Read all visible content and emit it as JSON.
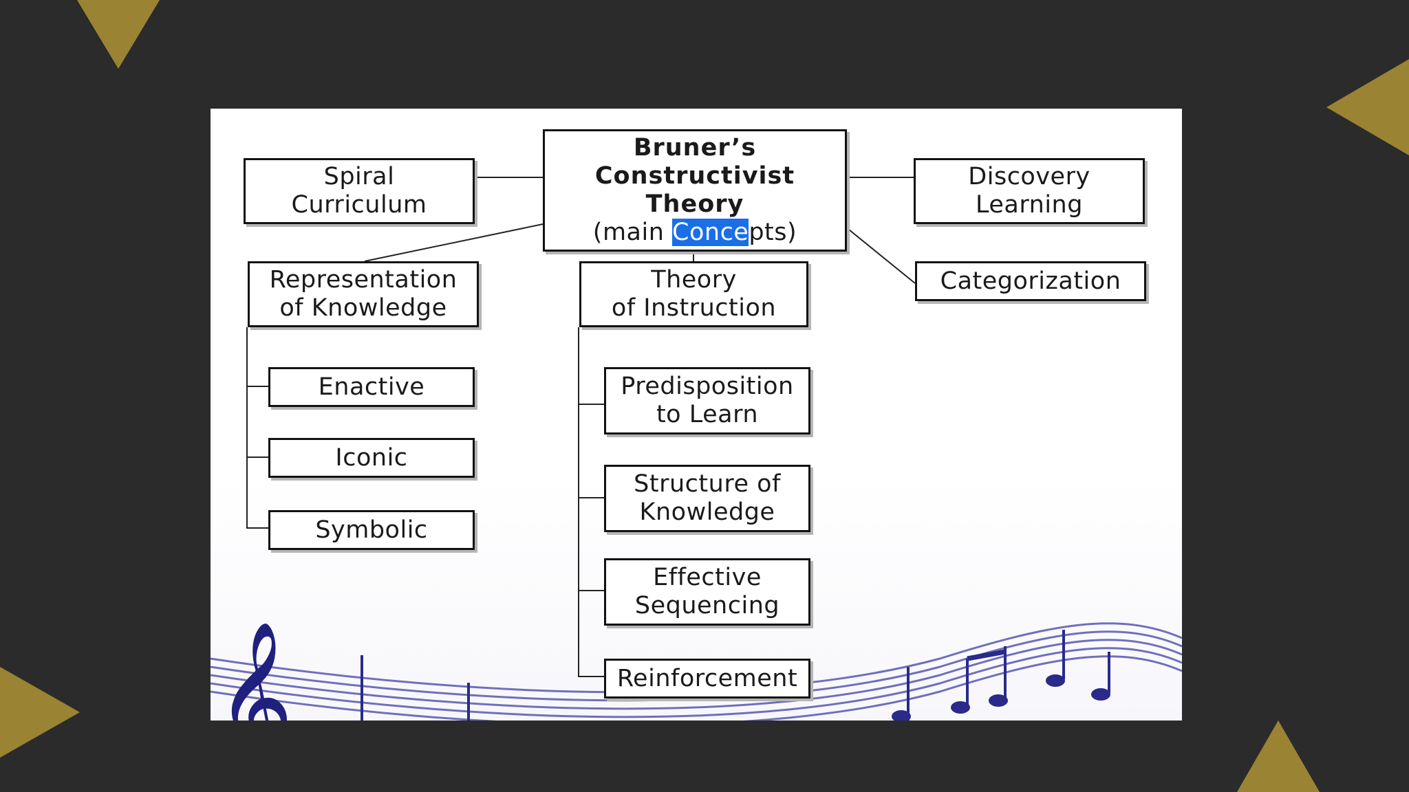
{
  "diagram": {
    "main": {
      "title": "Bruner’s\nConstructivist\nTheory",
      "subtitle_prefix": "(main ",
      "subtitle_highlight": "Conce",
      "subtitle_suffix": "pts)"
    },
    "spiral_curriculum": "Spiral\nCurriculum",
    "discovery_learning": "Discovery\nLearning",
    "categorization": "Categorization",
    "representation_of_knowledge": "Representation\nof Knowledge",
    "enactive": "Enactive",
    "iconic": "Iconic",
    "symbolic": "Symbolic",
    "theory_of_instruction": "Theory\nof Instruction",
    "predisposition_to_learn": "Predisposition\nto Learn",
    "structure_of_knowledge": "Structure of\nKnowledge",
    "effective_sequencing": "Effective\nSequencing",
    "reinforcement": "Reinforcement"
  },
  "colors": {
    "background": "#2b2b2b",
    "accent_gold": "#9a8433",
    "highlight": "#1a6fe6",
    "music_staff": "#4a4aa8"
  },
  "icons": [
    "treble-clef-icon",
    "music-notes-icon",
    "triangle-decoration"
  ]
}
